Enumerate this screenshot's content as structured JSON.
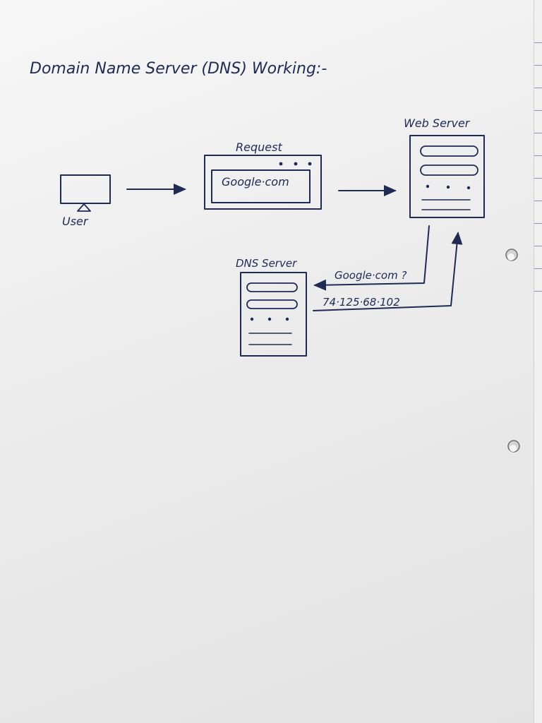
{
  "diagram": {
    "title": "Domain Name Server (DNS) Working:-",
    "nodes": {
      "user": {
        "label": "User"
      },
      "request": {
        "label": "Request",
        "address": "Google·com"
      },
      "web_server": {
        "label": "Web Server"
      },
      "dns_server": {
        "label": "DNS Server"
      }
    },
    "edges": {
      "query": {
        "label": "Google·com ?"
      },
      "response": {
        "label": "74·125·68·102"
      }
    }
  },
  "colors": {
    "ink": "#1f2a55",
    "paper": "#f2f2f2"
  }
}
